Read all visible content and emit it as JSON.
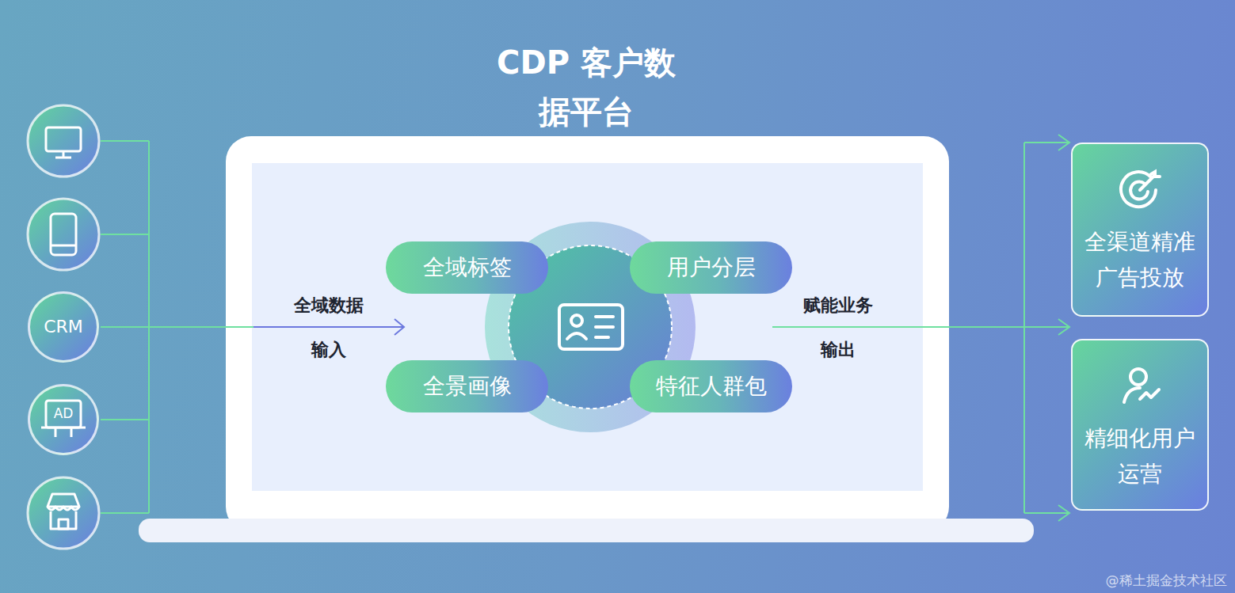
{
  "diagram": {
    "title": "CDP 客户数据平台",
    "nodes": [
      {
        "text": [
          "CRM"
        ]
      },
      {
        "text": [
          "AD"
        ]
      },
      {
        "text": [
          "全域标签"
        ]
      },
      {
        "text": [
          "用户分层"
        ]
      },
      {
        "text": [
          "全景画像"
        ]
      },
      {
        "text": [
          "特征人群包"
        ]
      },
      {
        "text": [
          "全渠道精准 广告投放"
        ]
      },
      {
        "text": [
          "精细化用户 运营"
        ]
      }
    ],
    "labels": [
      "全域数据",
      "输入",
      "赋能业务",
      "输出",
      "@稀土掘金技术社区"
    ]
  }
}
